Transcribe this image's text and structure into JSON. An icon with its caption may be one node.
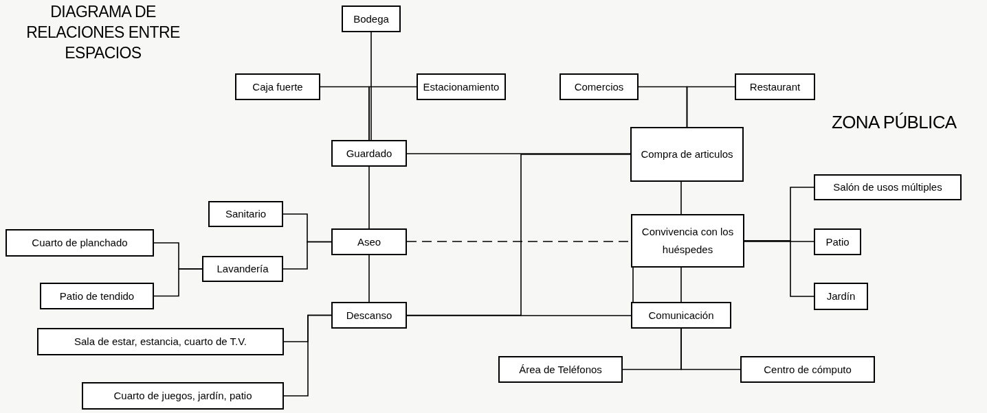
{
  "diagram": {
    "title": "DIAGRAMA DE RELACIONES ENTRE ESPACIOS",
    "nodes": [
      {
        "text": [
          "Bodega"
        ]
      },
      {
        "text": [
          "Caja fuerte"
        ]
      },
      {
        "text": [
          "Estacionamiento"
        ]
      },
      {
        "text": [
          "Comercios"
        ]
      },
      {
        "text": [
          "Restaurant"
        ]
      },
      {
        "text": [
          "Guardado"
        ]
      },
      {
        "text": [
          "Compra de articulos"
        ]
      },
      {
        "text": [
          "Salón de usos múltiples"
        ]
      },
      {
        "text": [
          "Sanitario"
        ]
      },
      {
        "text": [
          "Cuarto de planchado"
        ]
      },
      {
        "text": [
          "Aseo"
        ]
      },
      {
        "text": [
          "Convivencia con los huéspedes"
        ]
      },
      {
        "text": [
          "Patio"
        ]
      },
      {
        "text": [
          "Lavandería"
        ]
      },
      {
        "text": [
          "Patio de tendido"
        ]
      },
      {
        "text": [
          "Jardín"
        ]
      },
      {
        "text": [
          "Descanso"
        ]
      },
      {
        "text": [
          "Comunicación"
        ]
      },
      {
        "text": [
          "Sala de estar, estancia, cuarto de T.V."
        ]
      },
      {
        "text": [
          "Área de Teléfonos"
        ]
      },
      {
        "text": [
          "Centro de cómputo"
        ]
      },
      {
        "text": [
          "Cuarto de juegos, jardín, patio"
        ]
      }
    ],
    "edges": [
      {
        "from": 0,
        "to": 5,
        "arrow": "none"
      },
      {
        "from": 1,
        "to": 5,
        "arrow": "none"
      },
      {
        "from": 2,
        "to": 5,
        "arrow": "none"
      },
      {
        "from": 3,
        "to": 6,
        "arrow": "none"
      },
      {
        "from": 4,
        "to": 6,
        "arrow": "none"
      },
      {
        "from": 5,
        "to": 6,
        "arrow": "none"
      },
      {
        "from": 6,
        "to": 16,
        "arrow": "none"
      },
      {
        "from": 16,
        "to": 17,
        "arrow": "none"
      },
      {
        "from": 5,
        "to": 10,
        "arrow": "none"
      },
      {
        "from": 10,
        "to": 16,
        "arrow": "none"
      },
      {
        "from": 8,
        "to": 10,
        "arrow": "none"
      },
      {
        "from": 13,
        "to": 10,
        "arrow": "none"
      },
      {
        "from": 9,
        "to": 13,
        "arrow": "none"
      },
      {
        "from": 14,
        "to": 13,
        "arrow": "none"
      },
      {
        "from": 10,
        "to": 11,
        "arrow": "none",
        "style": "dashed"
      },
      {
        "from": 6,
        "to": 11,
        "arrow": "none"
      },
      {
        "from": 11,
        "to": 17,
        "arrow": "none"
      },
      {
        "from": 11,
        "to": 17,
        "arrow": "none"
      },
      {
        "from": 11,
        "to": 12,
        "arrow": "none"
      },
      {
        "from": 11,
        "to": 7,
        "arrow": "none"
      },
      {
        "from": 11,
        "to": 15,
        "arrow": "none"
      },
      {
        "from": 18,
        "to": 16,
        "arrow": "none"
      },
      {
        "from": 21,
        "to": 16,
        "arrow": "none"
      },
      {
        "from": 17,
        "to": 19,
        "arrow": "none"
      },
      {
        "from": 17,
        "to": 20,
        "arrow": "none"
      }
    ],
    "labels": [
      "ZONA PÚBLICA"
    ]
  }
}
